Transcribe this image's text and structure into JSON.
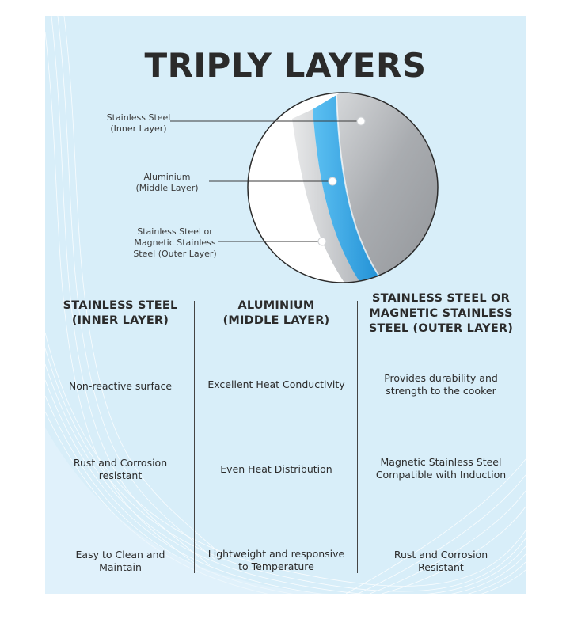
{
  "title": "TRIPLY LAYERS",
  "colors": {
    "background": "#d8eef9",
    "steel": "#b9bcc0",
    "aluminium": "#2e9fe0"
  },
  "callouts": [
    {
      "line1": "Stainless Steel",
      "line2": "(Inner Layer)"
    },
    {
      "line1": "Aluminium",
      "line2": "(Middle Layer)"
    },
    {
      "line1": "Stainless Steel or",
      "line2": "Magnetic Stainless",
      "line3": "Steel (Outer Layer)"
    }
  ],
  "columns": [
    {
      "heading": [
        "STAINLESS STEEL",
        "(INNER LAYER)"
      ],
      "features": [
        [
          "Non-reactive surface"
        ],
        [
          "Rust and Corrosion",
          "resistant"
        ],
        [
          "Easy to Clean and",
          "Maintain"
        ]
      ]
    },
    {
      "heading": [
        "ALUMINIUM",
        "(MIDDLE LAYER)"
      ],
      "features": [
        [
          "Excellent Heat Conductivity"
        ],
        [
          "Even Heat Distribution"
        ],
        [
          "Lightweight and responsive",
          "to Temperature"
        ]
      ]
    },
    {
      "heading": [
        "STAINLESS STEEL OR",
        "MAGNETIC STAINLESS",
        "STEEL (OUTER LAYER)"
      ],
      "features": [
        [
          "Provides durability and",
          "strength to the cooker"
        ],
        [
          "Magnetic Stainless Steel",
          "Compatible with Induction"
        ],
        [
          "Rust and Corrosion",
          "Resistant"
        ]
      ]
    }
  ]
}
